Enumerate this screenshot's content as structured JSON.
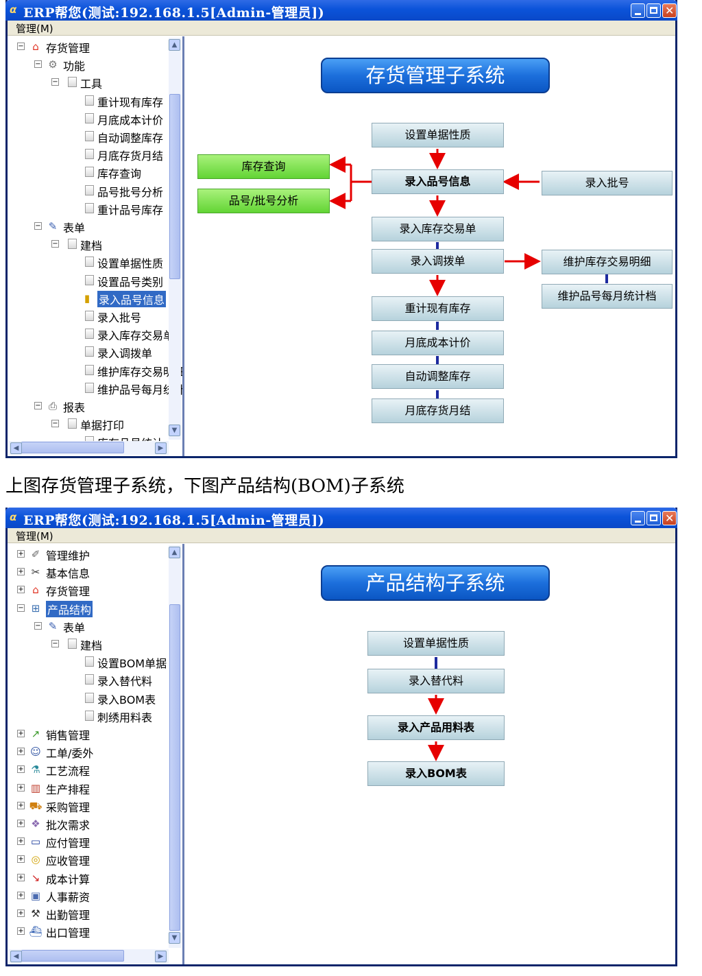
{
  "app_title": "ERP帮您(测试:192.168.1.5[Admin-管理员])",
  "menu_label": "管理(M)",
  "caption": "上图存货管理子系统，下图产品结构(BOM)子系统",
  "win1": {
    "tree": [
      {
        "label": "存货管理",
        "icon": "home-icon"
      },
      {
        "label": "功能",
        "icon": "gear-icon"
      },
      {
        "label": "工具",
        "icon": "folder-icon"
      },
      {
        "label": "重计现有库存",
        "icon": "document-icon"
      },
      {
        "label": "月底成本计价",
        "icon": "document-icon"
      },
      {
        "label": "自动调整库存",
        "icon": "document-icon"
      },
      {
        "label": "月底存货月结",
        "icon": "document-icon"
      },
      {
        "label": "库存查询",
        "icon": "document-icon"
      },
      {
        "label": "品号批号分析",
        "icon": "document-icon"
      },
      {
        "label": "重计品号库存",
        "icon": "document-icon"
      },
      {
        "label": "表单",
        "icon": "pen-icon"
      },
      {
        "label": "建档",
        "icon": "folder-icon"
      },
      {
        "label": "设置单据性质",
        "icon": "document-icon"
      },
      {
        "label": "设置品号类别",
        "icon": "document-icon"
      },
      {
        "label": "录入品号信息",
        "icon": "open-book-icon",
        "selected": true
      },
      {
        "label": "录入批号",
        "icon": "document-icon"
      },
      {
        "label": "录入库存交易单",
        "icon": "document-icon"
      },
      {
        "label": "录入调拨单",
        "icon": "document-icon"
      },
      {
        "label": "维护库存交易明细",
        "icon": "document-icon"
      },
      {
        "label": "维护品号每月统计",
        "icon": "document-icon"
      },
      {
        "label": "报表",
        "icon": "printer-icon"
      },
      {
        "label": "单据打印",
        "icon": "folder-icon"
      },
      {
        "label": "库存品号统计",
        "icon": "document-icon"
      }
    ],
    "header": "存货管理子系统",
    "boxes": {
      "set_doc": "设置单据性质",
      "enter_item": "录入品号信息",
      "enter_txn": "录入库存交易单",
      "enter_transfer": "录入调拨单",
      "recalc": "重计现有库存",
      "month_cost": "月底成本计价",
      "auto_adjust": "自动调整库存",
      "month_close": "月底存货月结",
      "inv_query": "库存查询",
      "lot_analysis": "品号/批号分析",
      "enter_lot": "录入批号",
      "maint_txn": "维护库存交易明细",
      "maint_monthly": "维护品号每月统计档"
    }
  },
  "win2": {
    "tree": [
      {
        "label": "管理维护",
        "icon": "wrench-icon"
      },
      {
        "label": "基本信息",
        "icon": "tools-icon"
      },
      {
        "label": "存货管理",
        "icon": "home-icon"
      },
      {
        "label": "产品结构",
        "icon": "tree-structure-icon",
        "selected": true
      },
      {
        "label": "表单",
        "icon": "pen-icon"
      },
      {
        "label": "建档",
        "icon": "folder-icon"
      },
      {
        "label": "设置BOM单据",
        "icon": "document-icon"
      },
      {
        "label": "录入替代料",
        "icon": "document-icon"
      },
      {
        "label": "录入BOM表",
        "icon": "document-icon"
      },
      {
        "label": "刺绣用料表",
        "icon": "document-icon"
      },
      {
        "label": "销售管理",
        "icon": "chart-up-icon"
      },
      {
        "label": "工单/委外",
        "icon": "worker-icon"
      },
      {
        "label": "工艺流程",
        "icon": "flask-icon"
      },
      {
        "label": "生产排程",
        "icon": "bar-chart-icon"
      },
      {
        "label": "采购管理",
        "icon": "cart-icon"
      },
      {
        "label": "批次需求",
        "icon": "cards-icon"
      },
      {
        "label": "应付管理",
        "icon": "visa-card-icon"
      },
      {
        "label": "应收管理",
        "icon": "coins-icon"
      },
      {
        "label": "成本计算",
        "icon": "cost-chart-icon"
      },
      {
        "label": "人事薪资",
        "icon": "id-card-icon"
      },
      {
        "label": "出勤管理",
        "icon": "hammer-icon"
      },
      {
        "label": "出口管理",
        "icon": "ship-icon"
      }
    ],
    "header": "产品结构子系统",
    "boxes": {
      "set_doc": "设置单据性质",
      "enter_sub": "录入替代料",
      "enter_usage": "录入产品用料表",
      "enter_bom": "录入BOM表"
    }
  },
  "colors": {
    "accent": "#0b53d9",
    "arrow": "#e60000",
    "connector": "#1c2a9e",
    "green_box": "#62d435"
  }
}
